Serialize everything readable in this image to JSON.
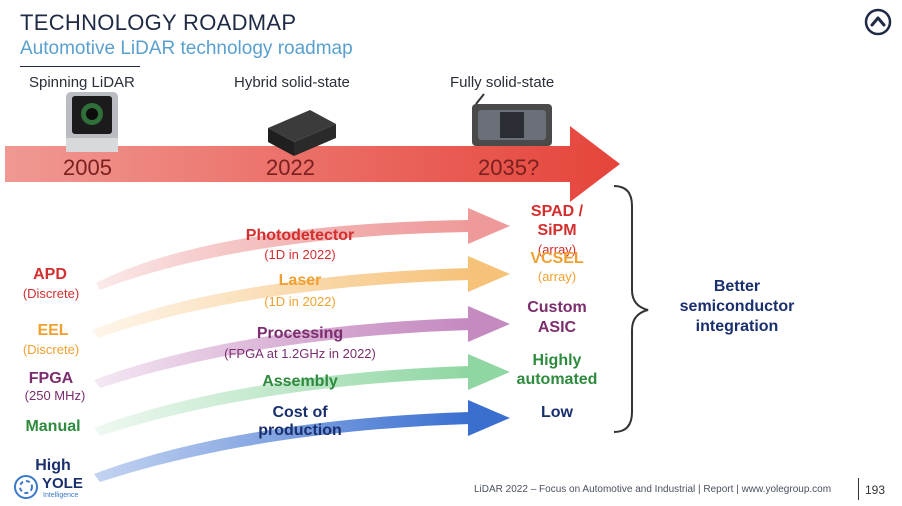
{
  "header": {
    "title": "TECHNOLOGY ROADMAP",
    "subtitle": "Automotive LiDAR technology roadmap"
  },
  "timeline": {
    "eras": [
      {
        "label": "Spinning LiDAR",
        "year": "2005"
      },
      {
        "label": "Hybrid solid-state",
        "year": "2022"
      },
      {
        "label": "Fully solid-state",
        "year": "2035?"
      }
    ]
  },
  "rows": [
    {
      "from": "APD",
      "from_sub": "(Discrete)",
      "via": "Photodetector",
      "via_sub": "(1D in 2022)",
      "to": "SPAD / SiPM",
      "to_sub": "(array)",
      "color": "#d32f2f"
    },
    {
      "from": "EEL",
      "from_sub": "(Discrete)",
      "via": "Laser",
      "via_sub": "(1D in 2022)",
      "to": "VCSEL",
      "to_sub": "(array)",
      "color": "#f0a030"
    },
    {
      "from": "FPGA",
      "from_sub": "(250 MHz)",
      "via": "Processing",
      "via_sub": "(FPGA at 1.2GHz in 2022)",
      "to": "Custom ASIC",
      "to_sub": "",
      "color": "#7b2d6e"
    },
    {
      "from": "Manual",
      "from_sub": "",
      "via": "Assembly",
      "via_sub": "",
      "to": "Highly automated",
      "to_sub": "",
      "color": "#2e8b3e"
    },
    {
      "from": "High",
      "from_sub": "",
      "via": "Cost of production",
      "via_sub": "",
      "to": "Low",
      "to_sub": "",
      "color": "#1a2f6e"
    }
  ],
  "conclusion": "Better semiconductor integration",
  "logo": {
    "name": "YOLE",
    "tagline": "Intelligence"
  },
  "footer": {
    "text": "LiDAR 2022 – Focus on Automotive and Industrial | Report | www.yolegroup.com",
    "page": "193"
  },
  "colors": {
    "arrow": "#e8483b",
    "title": "#1f2a44",
    "accent": "#5aa0cf"
  }
}
